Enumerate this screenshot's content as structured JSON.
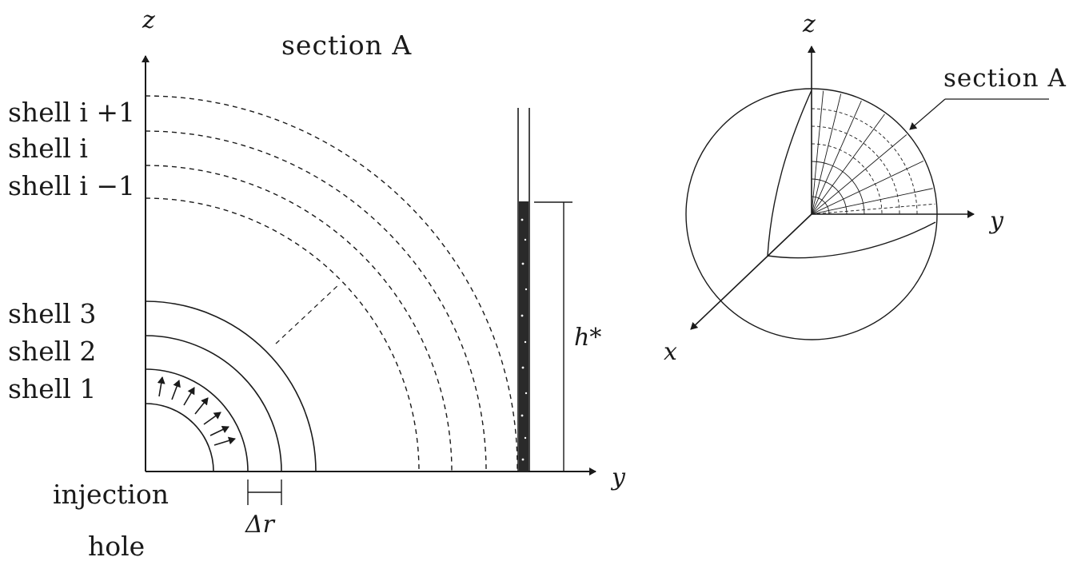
{
  "section_view": {
    "title": "section A",
    "axis_z": "z",
    "axis_y": "y",
    "shell_labels": [
      "shell i +1",
      "shell i",
      "shell i −1",
      "shell 3",
      "shell 2",
      "shell 1"
    ],
    "injection_label_line1": "injection",
    "injection_label_line2": "hole",
    "delta_r_label": "Δr",
    "height_label": "h*"
  },
  "sphere_view": {
    "axis_z": "z",
    "axis_y": "y",
    "axis_x": "x",
    "section_label": "section A"
  }
}
